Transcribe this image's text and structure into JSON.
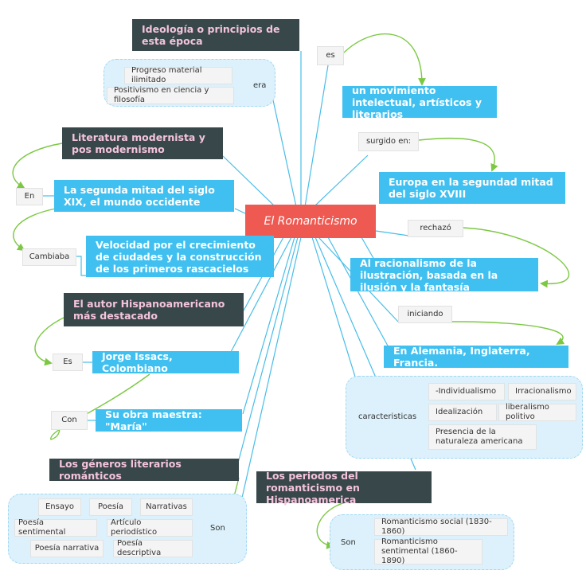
{
  "diagram": {
    "center": "El Romanticismo",
    "topics": {
      "ideologia": "Ideología o principios de esta época",
      "movimiento": "un movimiento intelectual, artísticos y literarios",
      "literatura": "Literatura modernista y pos modernismo",
      "europa": "Europa en la segundad mitad del siglo XVIII",
      "segunda_mitad": "La segunda mitad del siglo XIX, el mundo occidente",
      "velocidad": "Velocidad por el crecimiento de ciudades y la construcción de los primeros rascacielos",
      "racionalismo": "Al racionalismo de la ilustración, basada en  la ilusión y la fantasía",
      "autor": "El autor Hispanoamericano más destacado",
      "alemania": "En Alemania, Inglaterra, Francia.",
      "jorge": "Jorge Issacs, Colombiano",
      "obra": "Su obra maestra: \"María\"",
      "generos": "Los géneros literarios románticos",
      "periodos": "Los periodos del romanticismo en Hispanoamerica"
    },
    "links": {
      "es": "es",
      "era": "era",
      "surgido": "surgido en:",
      "en": "En",
      "cambiaba": "Cambiaba",
      "rechazo": "rechazó",
      "iniciando": "iniciando",
      "es2": "Es",
      "con": "Con",
      "caracteristicas": "caracteristicas",
      "son": "Son",
      "son2": "Son"
    },
    "era_items": [
      "Progreso material ilimitado",
      "Positivismo en ciencia y filosofía"
    ],
    "caracteristicas_items": [
      "-Individualismo",
      "Irracionalismo",
      "Idealización",
      "liberalismo politivo",
      "Presencia de la naturaleza americana"
    ],
    "generos_items": [
      "Ensayo",
      "Poesía",
      "Narrativas",
      "Poesía sentimental",
      "Artículo periodístico",
      "Poesía narrativa",
      "Poesía descriptiva"
    ],
    "periodos_items": [
      "Romanticismo social (1830-1860)",
      "Romanticismo sentimental (1860-1890)"
    ]
  },
  "colors": {
    "center": "#ee5a52",
    "dark_topic": "#37474a",
    "dark_text": "#f4c4dc",
    "blue_topic": "#40c0f0",
    "connector": "#47bde8",
    "arrow": "#7cc843",
    "cloud": "#dcf1fb"
  }
}
